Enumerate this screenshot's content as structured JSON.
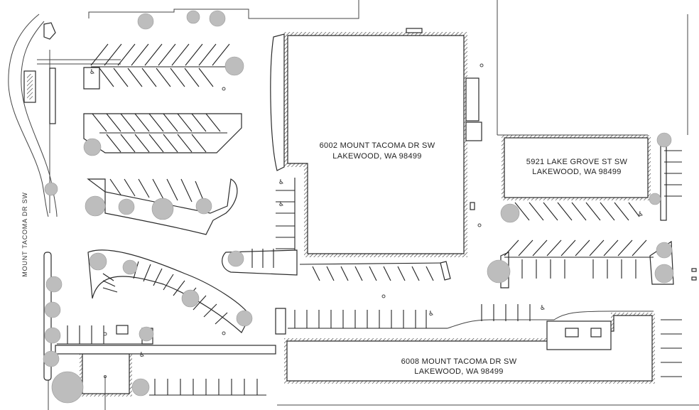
{
  "buildings": [
    {
      "id": "main",
      "address_line1": "6002 MOUNT TACOMA DR SW",
      "address_line2": "LAKEWOOD, WA 98499"
    },
    {
      "id": "east",
      "address_line1": "5921 LAKE GROVE ST SW",
      "address_line2": "LAKEWOOD, WA 98499"
    },
    {
      "id": "south",
      "address_line1": "6008 MOUNT TACOMA DR SW",
      "address_line2": "LAKEWOOD, WA 98499"
    }
  ],
  "streets": [
    {
      "name": "MOUNT TACOMA DR SW"
    }
  ],
  "icons": [
    "tree-icon",
    "accessible-parking-icon"
  ],
  "colors": {
    "line": "#222222",
    "tree": "#bdbdbd",
    "background": "#ffffff"
  }
}
